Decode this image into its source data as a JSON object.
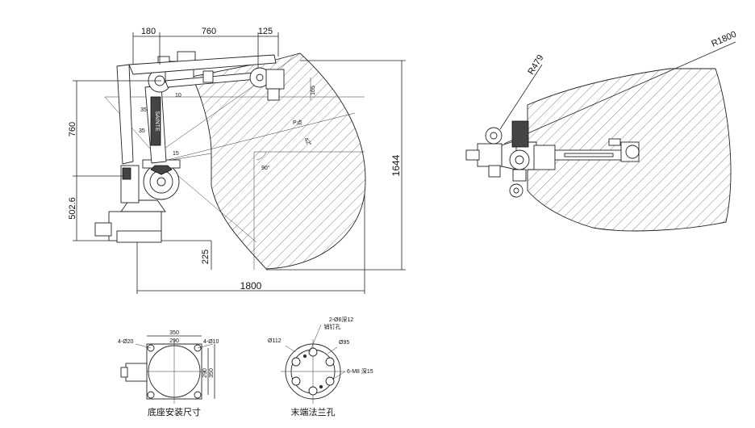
{
  "side_view": {
    "dims": {
      "d180": "180",
      "d760_top": "760",
      "d125": "125",
      "d760_left": "760",
      "d502_6": "502.6",
      "d1644": "1644",
      "d225": "225",
      "d1800": "1800",
      "d165": "165",
      "d35a": "35",
      "d35b": "35",
      "d15": "15",
      "d10": "10",
      "d90": "90°",
      "d42": "42°"
    },
    "p_point_label": "P点",
    "brand_text": "SAINTE"
  },
  "top_view": {
    "r479": "R479",
    "r1800": "R1800"
  },
  "base_detail": {
    "hole_20": "4-Ø20",
    "hole_10": "4-Ø10",
    "w350": "350",
    "w290": "290",
    "h290": "290",
    "h350": "350",
    "caption": "底座安装尺寸"
  },
  "flange_detail": {
    "pin": "2-Ø6深12",
    "pin_sub": "销钉孔",
    "d112": "Ø112",
    "d95": "Ø95",
    "m8": "6-M8 深15",
    "caption": "末端法兰孔"
  }
}
